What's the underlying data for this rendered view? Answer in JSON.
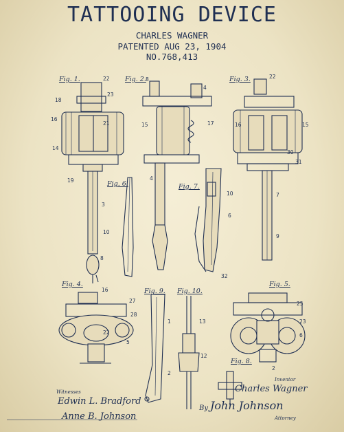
{
  "header": {
    "title": "TATTOOING DEVICE",
    "inventor": "CHARLES WAGNER",
    "patented": "PATENTED AUG 23, 1904",
    "number": "NO.768,413"
  },
  "figure_labels": [
    "Fig. 1.",
    "Fig. 2.",
    "Fig. 3.",
    "Fig. 6.",
    "Fig. 7.",
    "Fig. 4.",
    "Fig. 9.",
    "Fig. 10.",
    "Fig. 5.",
    "Fig. 8."
  ],
  "footer": {
    "witnesses_label": "Witnesses",
    "witness_1": "Edwin L. Bradford",
    "witness_2": "Anne B. Johnson",
    "inventor_label": "Inventor",
    "inventor_signature": "Charles Wagner",
    "by_label": "By",
    "attorney_signature": "John Johnson",
    "attorney_label": "Attorney"
  }
}
